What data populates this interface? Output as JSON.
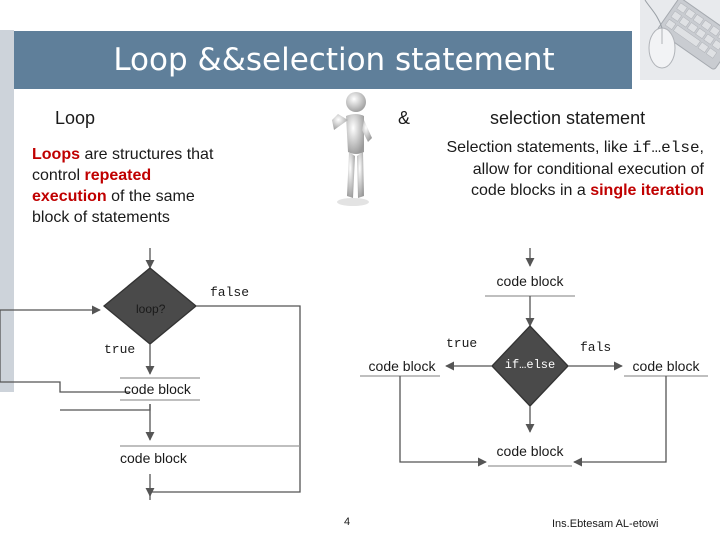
{
  "slide": {
    "title": "Loop &&selection statement",
    "left_heading": "Loop",
    "amp_heading": "&",
    "right_heading": "selection statement",
    "left_text": {
      "w1": "Loops",
      "w2": " are structures that",
      "w3": "control ",
      "w4": "repeated",
      "w5": "execution",
      "w6": " of the same",
      "w7": "block of statements"
    },
    "right_text": {
      "w1": "Selection statements, like ",
      "w2": "if…else",
      "w3": ",",
      "w4": "allow for conditional execution of",
      "w5": "code blocks in a ",
      "w6": "single iteration"
    }
  },
  "loop_flow": {
    "false_label": "false",
    "condition": "loop?",
    "true_label": "true",
    "block1": "code block",
    "block2": "code block"
  },
  "selection_flow": {
    "top_block": "code block",
    "true_label": "true",
    "false_label": "fals",
    "left_block": "code block",
    "condition": "if…else",
    "right_block": "code block",
    "bottom_block": "code block"
  },
  "footer": {
    "page_number": "4",
    "author": "Ins.Ebtesam AL-etowi"
  },
  "icons": {
    "top_right": "keyboard-mouse-icon",
    "figure": "pointing-figure-icon"
  }
}
